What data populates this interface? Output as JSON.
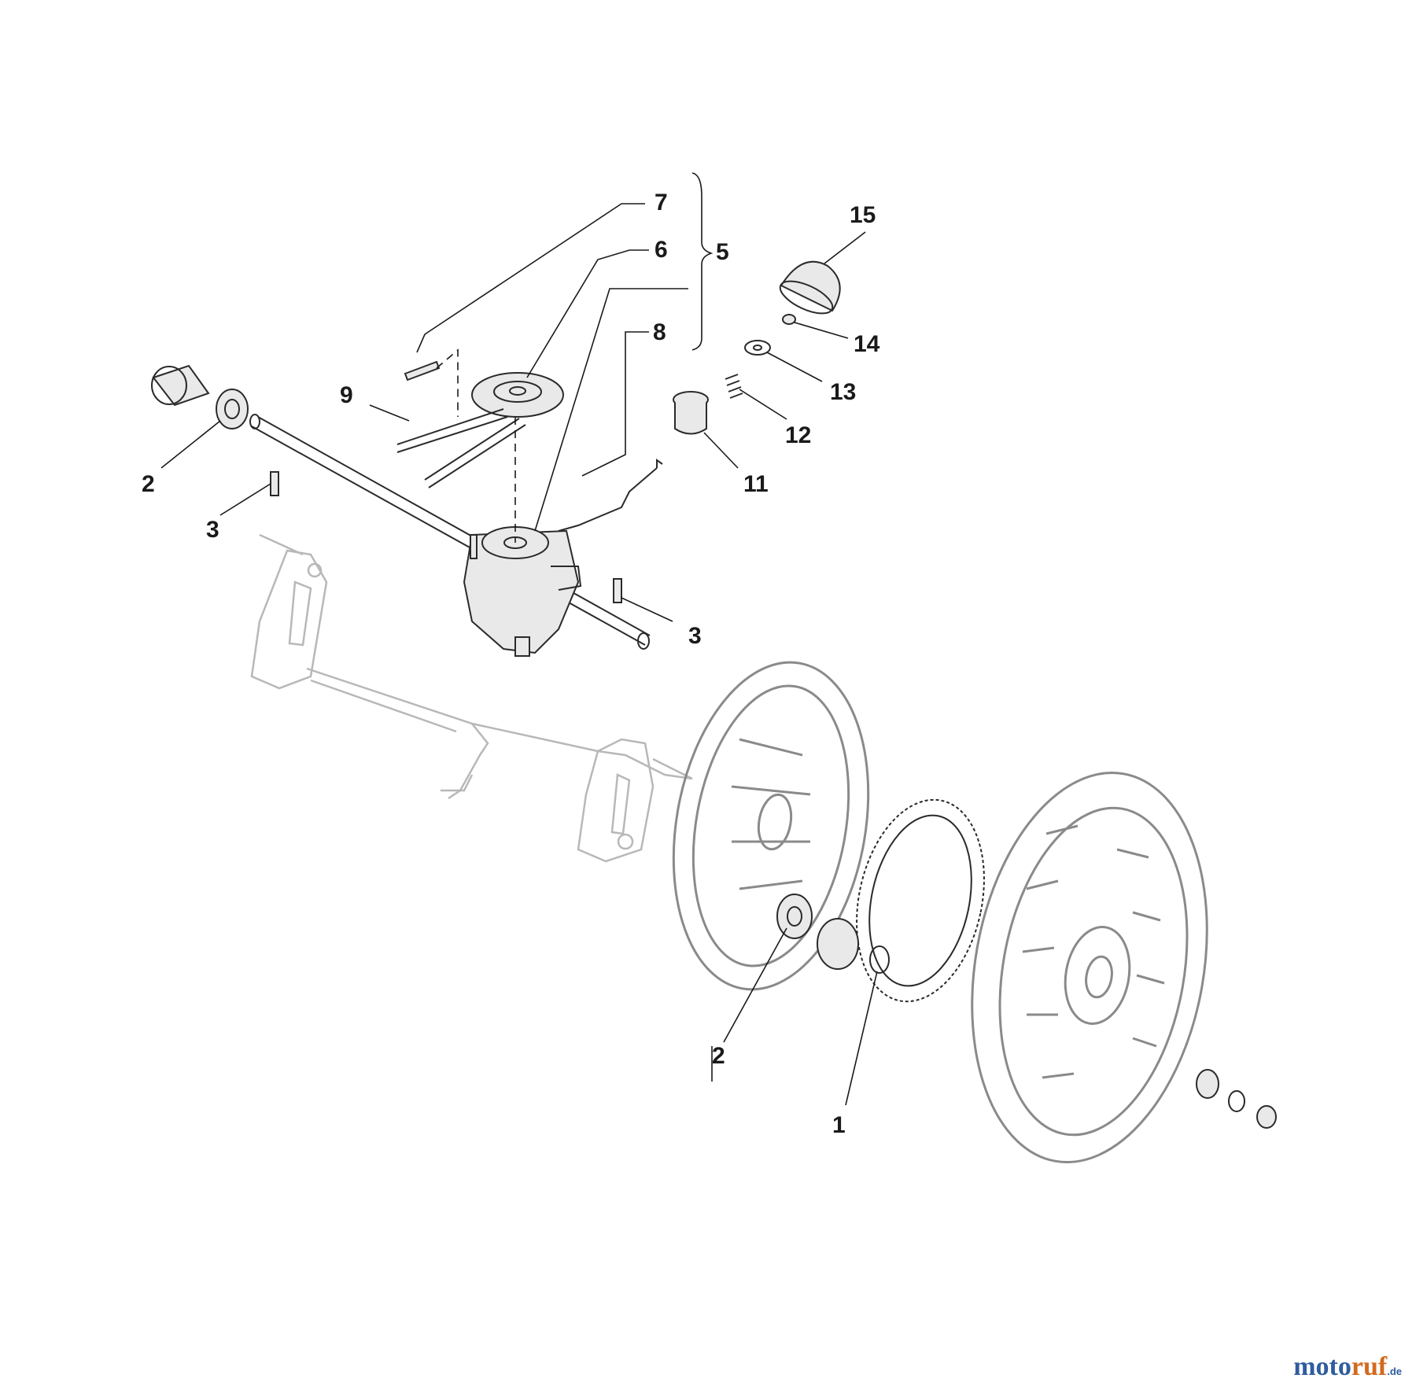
{
  "diagram": {
    "callouts": {
      "c1": "1",
      "c2a": "2",
      "c2b": "2",
      "c3a": "3",
      "c3b": "3",
      "c5": "5",
      "c6": "6",
      "c7": "7",
      "c8": "8",
      "c9": "9",
      "c11": "11",
      "c12": "12",
      "c13": "13",
      "c14": "14",
      "c15": "15"
    }
  },
  "watermark": {
    "part1": "moto",
    "part2": "ruf",
    "tld": ".de"
  }
}
